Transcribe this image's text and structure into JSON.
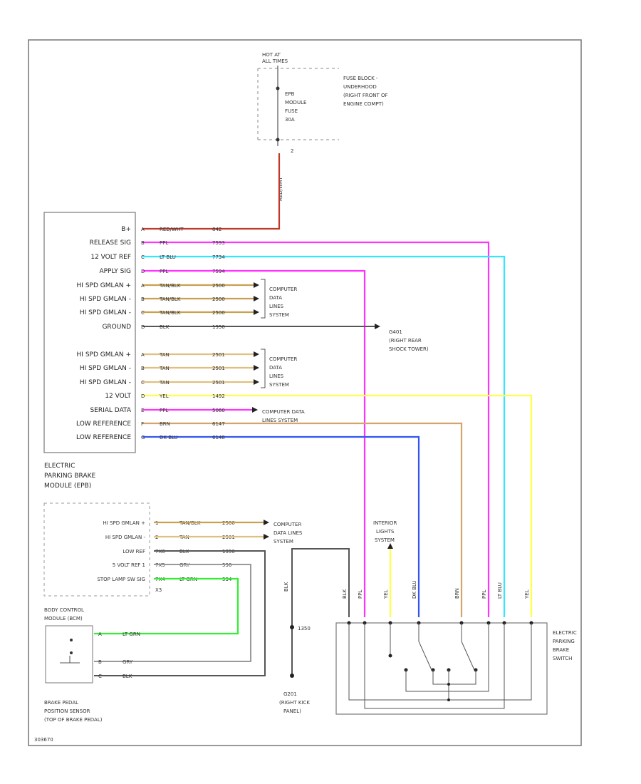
{
  "figure_id": "303670",
  "fuse_block": {
    "hot_label": "HOT AT",
    "hot_label2": "ALL TIMES",
    "fuse_name": "EPB",
    "fuse_name2": "MODULE",
    "fuse_name3": "FUSE",
    "fuse_rating": "30A",
    "pin": "2",
    "desc": [
      "FUSE BLOCK -",
      "UNDERHOOD",
      "(RIGHT FRONT OF",
      "ENGINE COMPT)"
    ],
    "wire": "RED/WHT"
  },
  "epb_module": {
    "name": [
      "ELECTRIC",
      "PARKING BRAKE",
      "MODULE (EPB)"
    ],
    "pins": [
      {
        "label": "B+",
        "pin": "A",
        "color_label": "RED/WHT",
        "circuit": "842"
      },
      {
        "label": "RELEASE SIG",
        "pin": "B",
        "color_label": "PPL",
        "circuit": "7593"
      },
      {
        "label": "12 VOLT REF",
        "pin": "C",
        "color_label": "LT BLU",
        "circuit": "7734"
      },
      {
        "label": "APPLY SIG",
        "pin": "D",
        "color_label": "PPL",
        "circuit": "7594"
      },
      {
        "label": "HI SPD GMLAN +",
        "pin": "A",
        "color_label": "TAN/BLK",
        "circuit": "2500"
      },
      {
        "label": "HI SPD GMLAN -",
        "pin": "B",
        "color_label": "TAN/BLK",
        "circuit": "2500"
      },
      {
        "label": "HI SPD GMLAN -",
        "pin": "C",
        "color_label": "TAN/BLK",
        "circuit": "2500"
      },
      {
        "label": "GROUND",
        "pin": "D",
        "color_label": "BLK",
        "circuit": "1950"
      },
      {
        "label": "HI SPD GMLAN +",
        "pin": "A",
        "color_label": "TAN",
        "circuit": "2501"
      },
      {
        "label": "HI SPD GMLAN -",
        "pin": "B",
        "color_label": "TAN",
        "circuit": "2501"
      },
      {
        "label": "HI SPD GMLAN -",
        "pin": "C",
        "color_label": "TAN",
        "circuit": "2501"
      },
      {
        "label": "12 VOLT",
        "pin": "D",
        "color_label": "YEL",
        "circuit": "1492"
      },
      {
        "label": "SERIAL DATA",
        "pin": "E",
        "color_label": "PPL",
        "circuit": "5060"
      },
      {
        "label": "LOW REFERENCE",
        "pin": "F",
        "color_label": "BRN",
        "circuit": "6147"
      },
      {
        "label": "LOW REFERENCE",
        "pin": "G",
        "color_label": "DK BLU",
        "circuit": "6148"
      }
    ]
  },
  "computer_data_1": [
    "COMPUTER",
    "DATA",
    "LINES",
    "SYSTEM"
  ],
  "computer_data_2": [
    "COMPUTER",
    "DATA",
    "LINES",
    "SYSTEM"
  ],
  "computer_data_3": [
    "COMPUTER DATA",
    "LINES SYSTEM"
  ],
  "ground_g401": [
    "G401",
    "(RIGHT REAR",
    "SHOCK TOWER)"
  ],
  "bcm": {
    "name": [
      "BODY CONTROL",
      "MODULE (BCM)"
    ],
    "pins": [
      {
        "label": "HI SPD GMLAN +",
        "pin": "1",
        "color_label": "TAN/BLK",
        "circuit": "2500"
      },
      {
        "label": "HI SPD GMLAN -",
        "pin": "2",
        "color_label": "TAN",
        "circuit": "2501"
      },
      {
        "label": "LOW REF",
        "pin": "7X6",
        "color_label": "BLK",
        "circuit": "1950"
      },
      {
        "label": "5 VOLT REF 1",
        "pin": "7X5",
        "color_label": "GRY",
        "circuit": "596"
      },
      {
        "label": "STOP LAMP SW SIG",
        "pin": "7X4",
        "color_label": "LT GRN",
        "circuit": "534"
      }
    ],
    "bottom_pin": "X3"
  },
  "computer_data_bcm": [
    "COMPUTER",
    "DATA LINES",
    "SYSTEM"
  ],
  "interior_lights": [
    "INTERIOR",
    "LIGHTS",
    "SYSTEM"
  ],
  "sensor": {
    "name": [
      "BRAKE PEDAL",
      "POSITION SENSOR",
      "(TOP OF BRAKE PEDAL)"
    ],
    "pins": [
      {
        "pin": "A",
        "color_label": "LT GRN"
      },
      {
        "pin": "B",
        "color_label": "GRY"
      },
      {
        "pin": "C",
        "color_label": "BLK"
      }
    ]
  },
  "ground_g201": [
    "G201",
    "(RIGHT KICK",
    "PANEL)"
  ],
  "splice": "1350",
  "ground_wire": "BLK",
  "switch": {
    "name": [
      "ELECTRIC",
      "PARKING",
      "BRAKE",
      "SWITCH"
    ],
    "wires": [
      "BLK",
      "PPL",
      "YEL",
      "DK BLU",
      "BRN",
      "PPL",
      "LT BLU",
      "YEL"
    ]
  },
  "colors": {
    "red": "#c0392b",
    "ppl": "#ff33ff",
    "ltblu": "#33e6ff",
    "tan": "#c8a050",
    "blk": "#333333",
    "yel": "#ffff33",
    "brn": "#d4a46a",
    "dkblu": "#3355ee",
    "grn": "#33ee33",
    "gry": "#999999"
  }
}
